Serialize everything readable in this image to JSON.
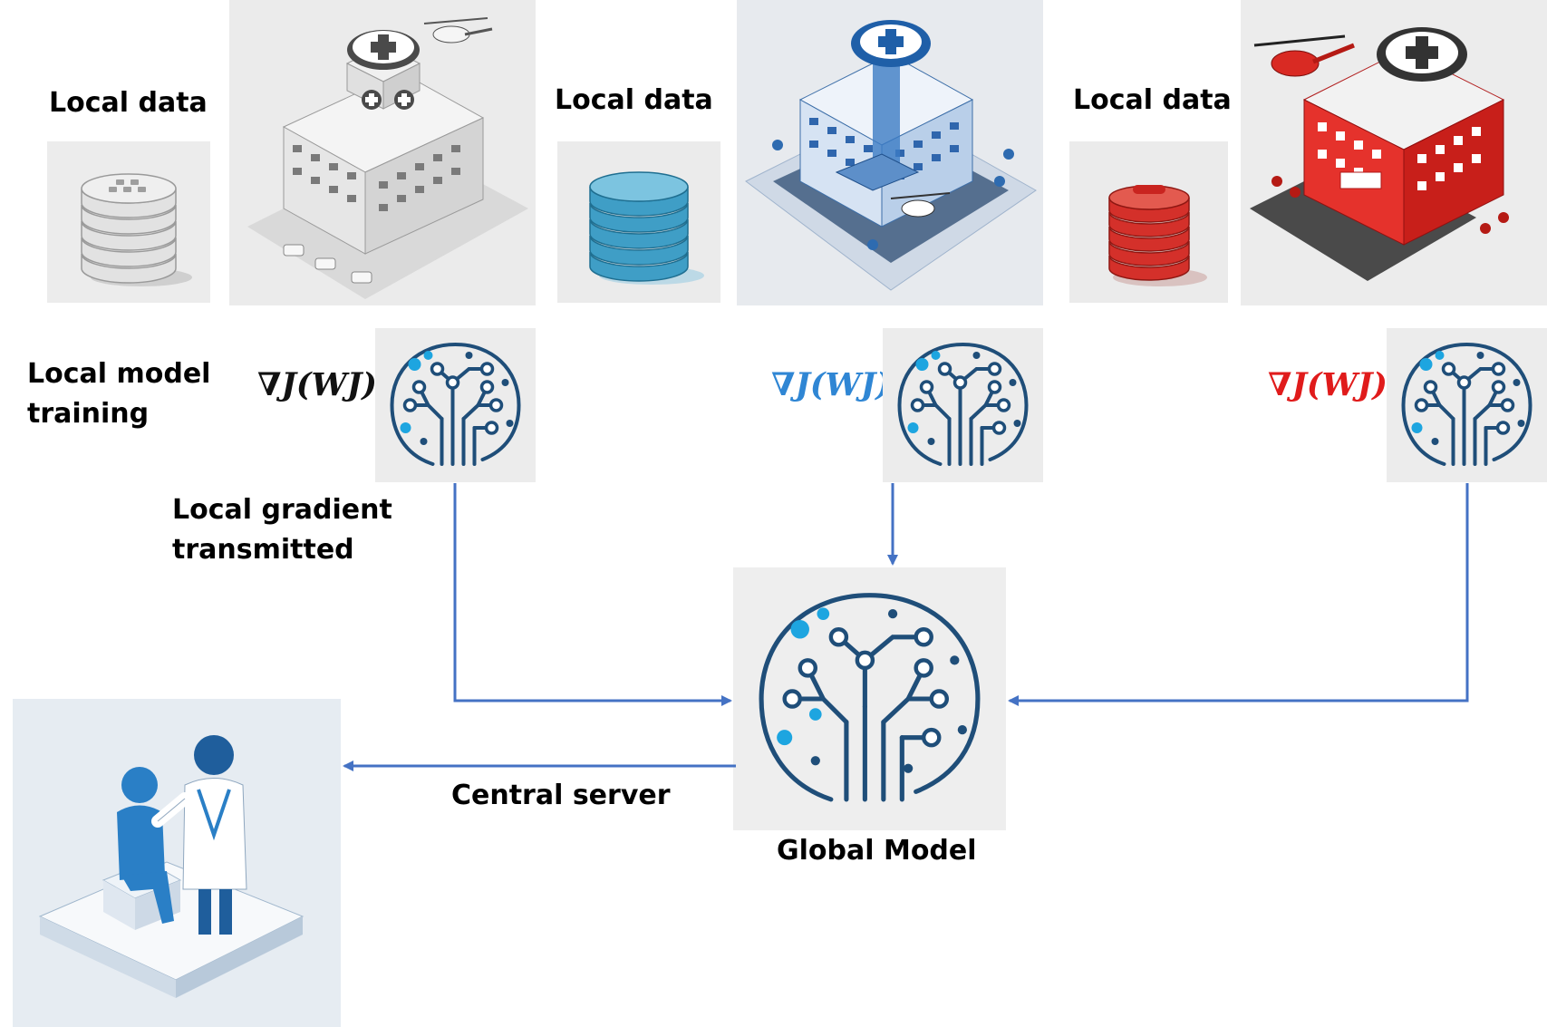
{
  "labels": {
    "local_data_1": "Local data",
    "local_data_2": "Local data",
    "local_data_3": "Local data",
    "local_model_training_line1": "Local model",
    "local_model_training_line2": "training",
    "local_gradient_line1": "Local gradient",
    "local_gradient_line2": "transmitted",
    "central_server": "Central server",
    "global_model": "Global Model"
  },
  "gradients": [
    {
      "text": "∇J(WJ)",
      "color": "#111111"
    },
    {
      "text": "∇J(WJ)",
      "color": "#2f86d4"
    },
    {
      "text": "∇J(WJ)",
      "color": "#e01b1b"
    }
  ],
  "colors": {
    "arrow": "#4472c4",
    "db_gray": "#d3d3d3",
    "db_blue": "#4fa3c7",
    "db_red": "#d8302a",
    "brain": "#1f4e79",
    "brain_accent": "#1da5e0"
  }
}
